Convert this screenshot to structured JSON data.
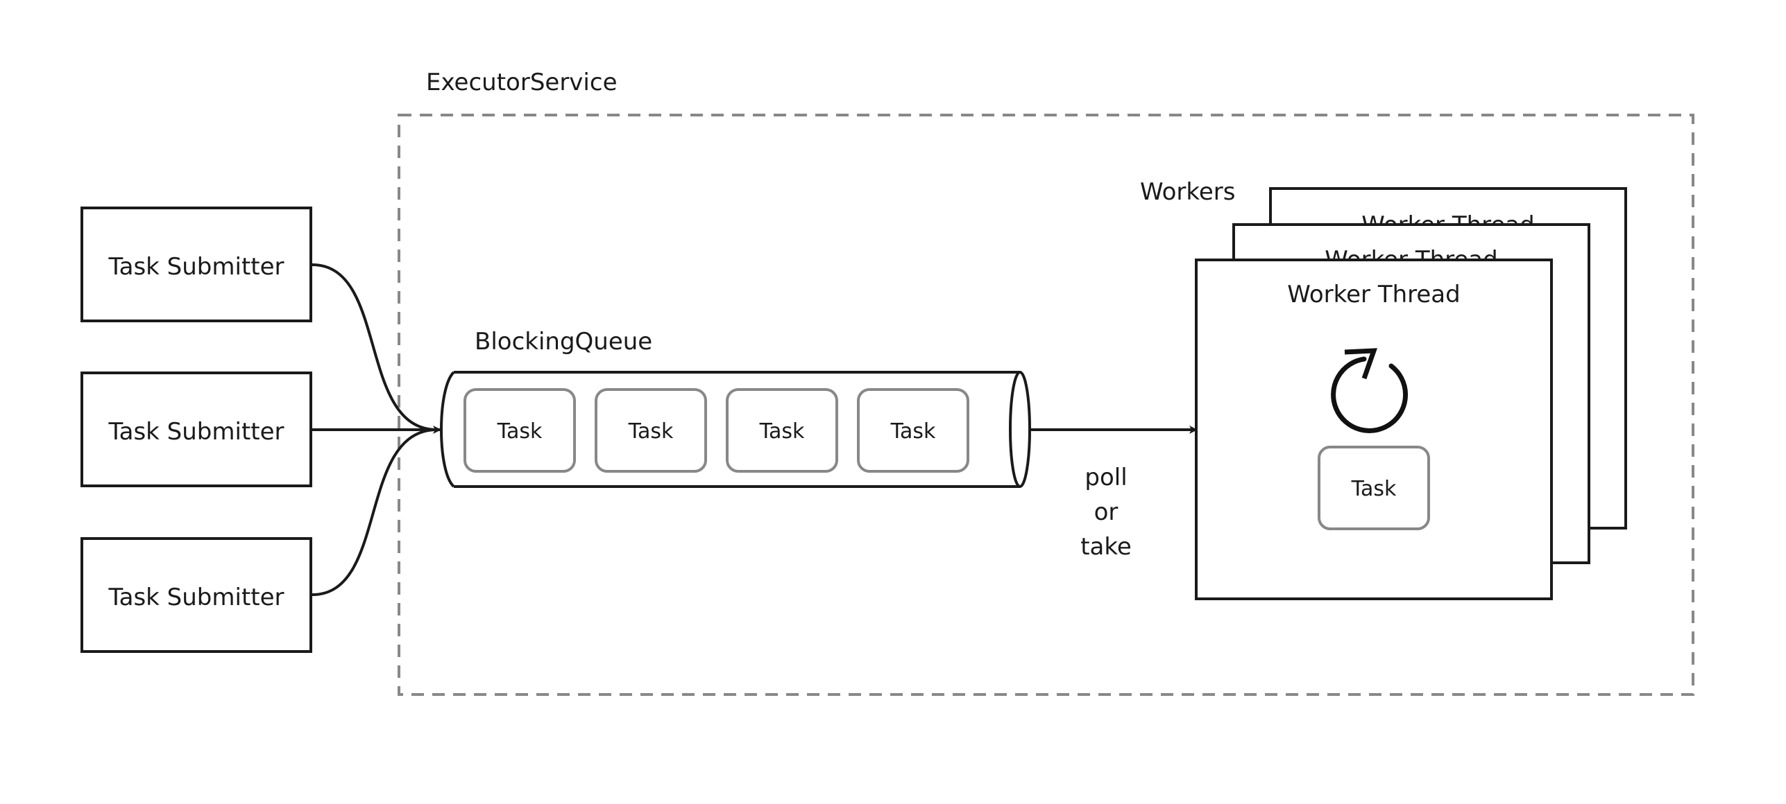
{
  "executor": {
    "label": "ExecutorService"
  },
  "submitters": [
    {
      "label": "Task Submitter"
    },
    {
      "label": "Task Submitter"
    },
    {
      "label": "Task Submitter"
    }
  ],
  "queue": {
    "label": "BlockingQueue",
    "tasks": [
      {
        "label": "Task"
      },
      {
        "label": "Task"
      },
      {
        "label": "Task"
      },
      {
        "label": "Task"
      }
    ]
  },
  "poll_label": {
    "line1": "poll",
    "line2": "or",
    "line3": "take"
  },
  "workers": {
    "label": "Workers",
    "threads": [
      {
        "label": "Worker Thread"
      },
      {
        "label": "Worker Thread"
      },
      {
        "label": "Worker Thread"
      }
    ],
    "active_task": {
      "label": "Task"
    },
    "loop_icon": "circular-arrow-icon"
  },
  "colors": {
    "stroke": "#1a1a1a",
    "muted": "#888888",
    "background": "#ffffff"
  }
}
